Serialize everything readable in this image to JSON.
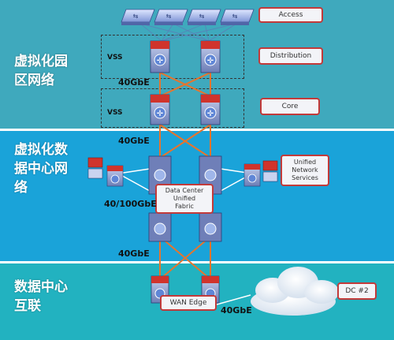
{
  "zones": {
    "campus": "虚拟化园\n区网络",
    "datacenter": "虚拟化数\n据中心网\n络",
    "interconnect": "数据中心\n互联"
  },
  "tags": {
    "access": "Access",
    "distribution": "Distribution",
    "core": "Core",
    "unified_services": "Unified\nNetwork\nServices",
    "fabric": "Data Center\nUnified\nFabric",
    "wan_edge": "WAN Edge",
    "dc2": "DC #2"
  },
  "labels": {
    "vss_distribution": "VSS",
    "vss_core": "VSS",
    "link_40gbe_1": "40GbE",
    "link_40gbe_2": "40GbE",
    "link_40_100gbe": "40/100GbE",
    "link_40gbe_3": "40GbE",
    "link_40gbe_4": "40GbE"
  },
  "colors": {
    "campus_band": "#3fa9bd",
    "datacenter_band": "#1aa3d9",
    "interconnect_band": "#22b2c0",
    "tag_border": "#c23a3a",
    "orange_link": "#e8742c"
  }
}
